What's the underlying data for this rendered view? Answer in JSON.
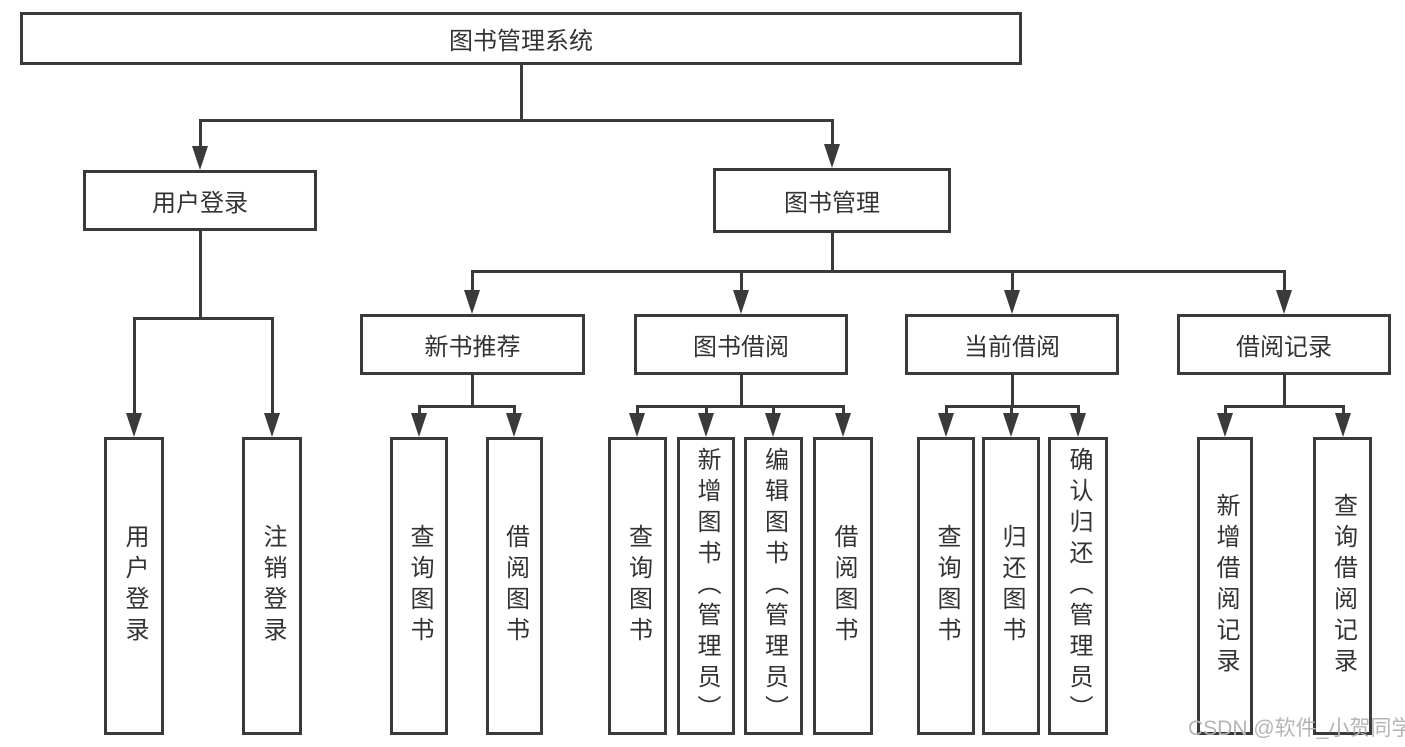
{
  "colors": {
    "line": "#3a3a3a",
    "text": "#333333",
    "watermark": "#b5b5b5",
    "bg": "#ffffff"
  },
  "nodes": {
    "root": "图书管理系统",
    "user_login": "用户登录",
    "book_mgmt": "图书管理",
    "new_book_rec": "新书推荐",
    "book_borrow": "图书借阅",
    "current_borrow": "当前借阅",
    "borrow_record": "借阅记录",
    "ul_user_login": "用户登录",
    "ul_logout": "注销登录",
    "nb_query_books": "查询图书",
    "nb_borrow_books": "借阅图书",
    "bb_query_books": "查询图书",
    "bb_add_books": "新增图书（管理员）",
    "bb_edit_books": "编辑图书（管理员）",
    "bb_borrow_books": "借阅图书",
    "cb_query_books": "查询图书",
    "cb_return_books": "归还图书",
    "cb_confirm_return": "确认归还（管理员）",
    "br_add_record": "新增借阅记录",
    "br_query_record": "查询借阅记录"
  },
  "watermark": "CSDN @软件_小贺同学"
}
